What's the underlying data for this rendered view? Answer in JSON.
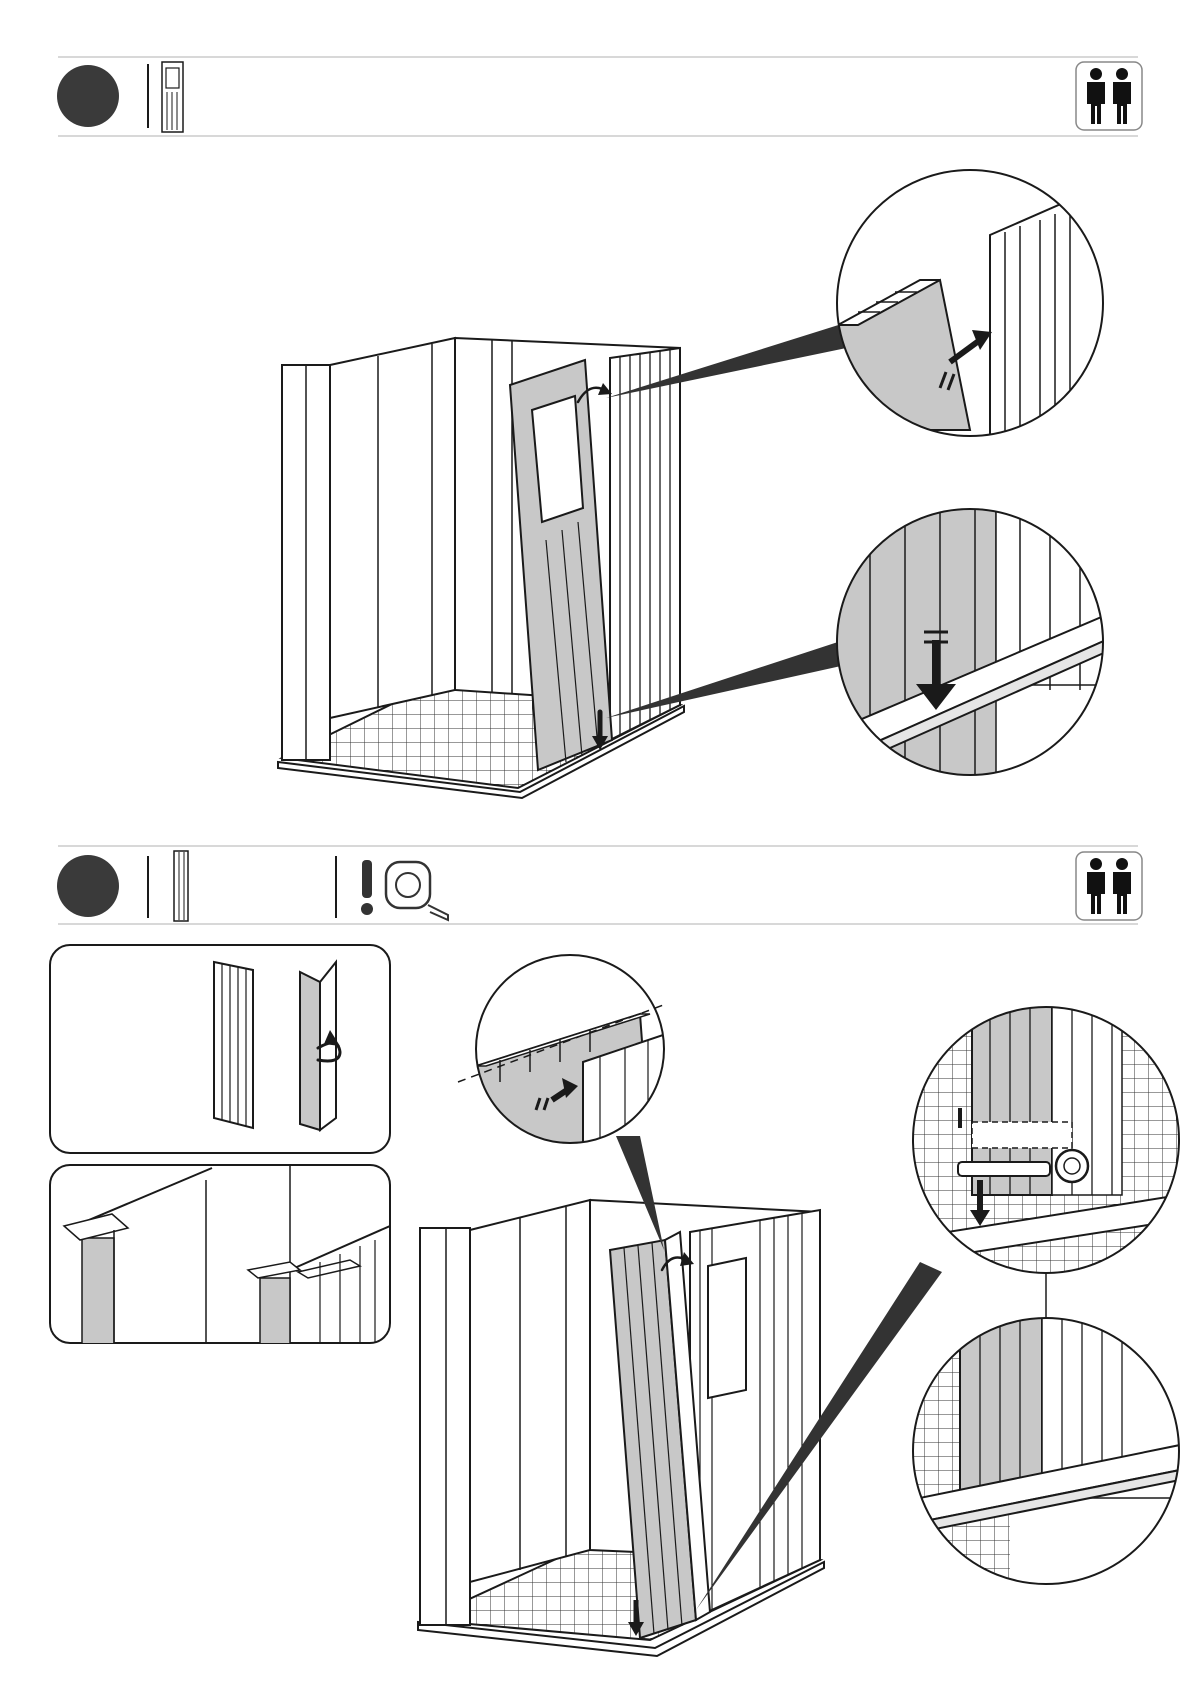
{
  "page": {
    "background": "#ffffff",
    "line_color": "#1a1a1a",
    "panel_gray": "#c8c8c8",
    "dark_wedge": "#333333"
  },
  "steps": [
    {
      "step_marker": "step-circle",
      "part_icon": "door-panel-with-window-icon",
      "people_icon": "two-people-icon",
      "people_count": 2,
      "views": [
        "main-assembly-view",
        "top-joint-detail",
        "bottom-joint-detail"
      ]
    },
    {
      "step_marker": "step-circle",
      "part_icon": "narrow-wall-panel-icon",
      "warning_icon": "exclamation-icon",
      "tool_icon": "tape-measure-icon",
      "people_icon": "two-people-icon",
      "people_count": 2,
      "views": [
        "panel-fold-inset",
        "panel-top-inset",
        "main-assembly-view",
        "top-joint-detail",
        "tape-detail",
        "installed-detail"
      ]
    }
  ]
}
